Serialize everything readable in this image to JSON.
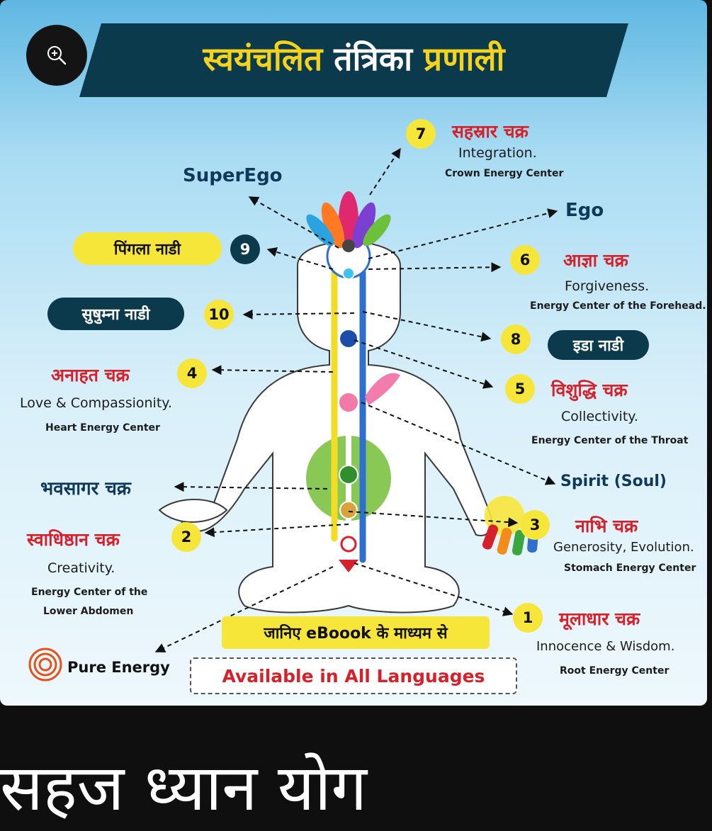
{
  "title": {
    "part1": "स्वयंचलित",
    "part2": "तंत्रिका",
    "part3": "प्रणाली"
  },
  "zoom_icon": "zoom-in-icon",
  "chakras": {
    "c7": {
      "number": "7",
      "name": "सहस्रार चक्र",
      "quality": "Integration.",
      "center": "Crown Energy Center"
    },
    "c6": {
      "number": "6",
      "name": "आज्ञा चक्र",
      "quality": "Forgiveness.",
      "center": "Energy Center of the Forehead."
    },
    "c5": {
      "number": "5",
      "name": "विशुद्धि चक्र",
      "quality": "Collectivity.",
      "center": "Energy Center of the Throat"
    },
    "c4": {
      "number": "4",
      "name": "अनाहत चक्र",
      "quality": "Love & Compassionity.",
      "center": "Heart Energy Center"
    },
    "c3": {
      "number": "3",
      "name": "नाभि चक्र",
      "quality": "Generosity, Evolution.",
      "center": "Stomach Energy Center"
    },
    "c2": {
      "number": "2",
      "name": "स्वाधिष्ठान चक्र",
      "quality": "Creativity.",
      "center_line1": "Energy Center of the",
      "center_line2": "Lower Abdomen"
    },
    "c1": {
      "number": "1",
      "name": "मूलाधार चक्र",
      "quality": "Innocence & Wisdom.",
      "center": "Root Energy Center"
    }
  },
  "nadis": {
    "n8": {
      "number": "8",
      "name": "इडा नाडी"
    },
    "n9": {
      "number": "9",
      "name": "पिंगला नाडी"
    },
    "n10": {
      "number": "10",
      "name": "सुषुम्ना नाडी"
    }
  },
  "labels": {
    "superego": "SuperEgo",
    "ego": "Ego",
    "spirit": "Spirit (Soul)",
    "bhavsagar": "भवसागर चक्र",
    "pure_energy": "Pure Energy"
  },
  "promo": {
    "ebook": "जानिए eBoook के माध्यम से",
    "available": "Available in All Languages"
  },
  "caption": "सहज ध्यान योग",
  "colors": {
    "banner": "#0c3a4d",
    "accent_yellow": "#f7e63a",
    "chakra_red": "#d6202a",
    "navy_text": "#10385a"
  }
}
